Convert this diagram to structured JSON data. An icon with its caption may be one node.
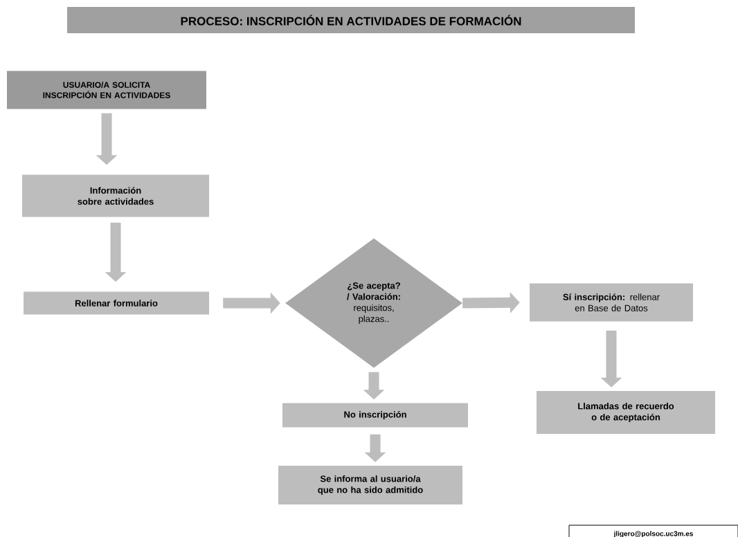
{
  "diagram": {
    "title": "PROCESO: INSCRIPCIÓN EN ACTIVIDADES DE FORMACIÓN",
    "nodes": [
      {
        "text": [
          "USUARIO/A SOLICITA INSCRIPCIÓN EN ACTIVIDADES"
        ]
      },
      {
        "text": [
          "Información sobre actividades"
        ]
      },
      {
        "text": [
          "Rellenar formulario"
        ]
      },
      {
        "text": [
          "**¿Se acepta? / Valoración:** requisitos, plazas.."
        ]
      },
      {
        "text": [
          "**Sí inscripción:** rellenar en Base de Datos"
        ]
      },
      {
        "text": [
          "No inscripción"
        ]
      },
      {
        "text": [
          "Se informa al usuario/a que no ha sido admitido"
        ]
      },
      {
        "text": [
          "Llamadas de recuerdo o de aceptación"
        ]
      },
      {
        "text": [
          "jligero@polsoc.uc3m.es"
        ]
      }
    ],
    "edges": [
      {
        "from": 0,
        "to": 1,
        "arrow": "to"
      },
      {
        "from": 1,
        "to": 2,
        "arrow": "to"
      },
      {
        "from": 2,
        "to": 3,
        "arrow": "to"
      },
      {
        "from": 3,
        "to": 4,
        "arrow": "to"
      },
      {
        "from": 4,
        "to": 7,
        "arrow": "to"
      },
      {
        "from": 3,
        "to": 5,
        "arrow": "to"
      },
      {
        "from": 5,
        "to": 6,
        "arrow": "to"
      }
    ]
  }
}
